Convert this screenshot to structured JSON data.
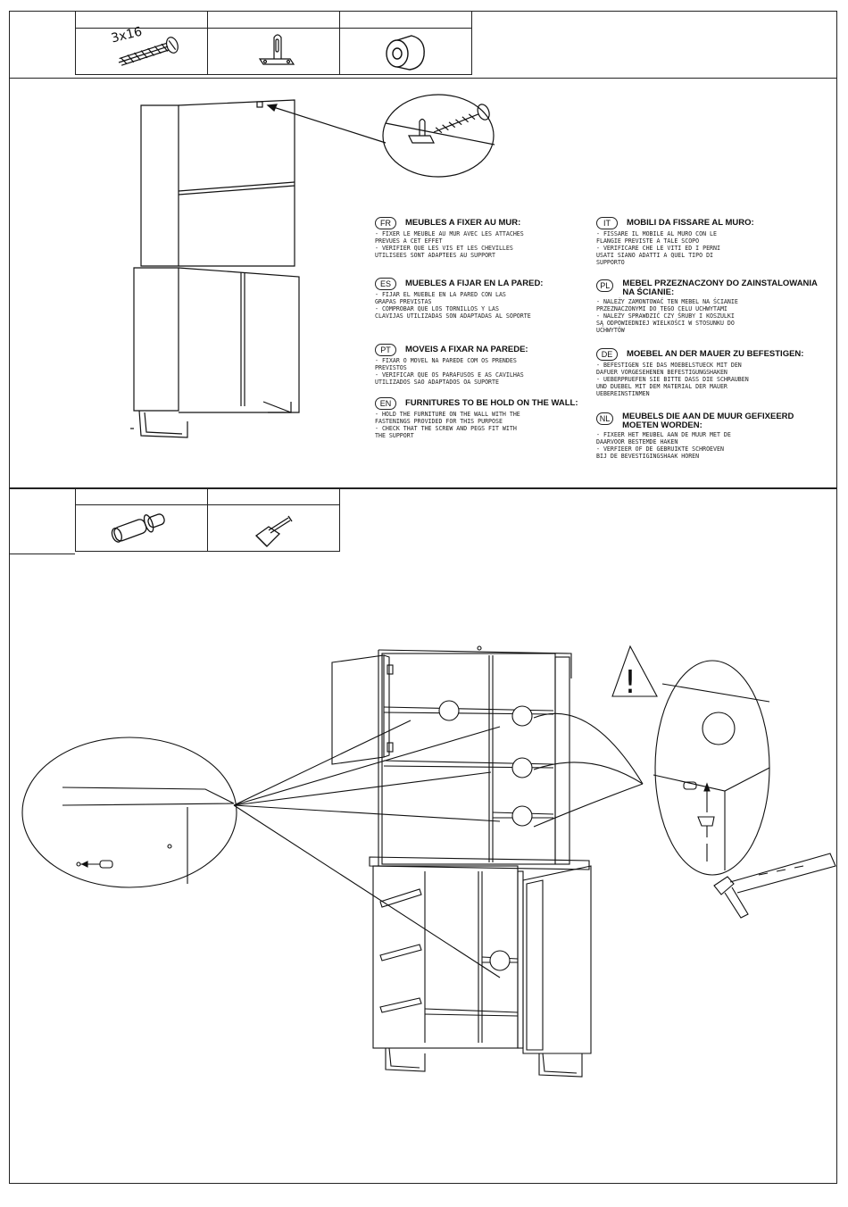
{
  "step1": {
    "parts": [
      {
        "name": "screw",
        "label": "3x16",
        "icon": "screw-icon"
      },
      {
        "name": "wall-bracket",
        "label": "",
        "icon": "bracket-icon"
      },
      {
        "name": "wall-plug",
        "label": "",
        "icon": "plug-icon"
      }
    ],
    "notes": [
      {
        "code": "FR",
        "title": "MEUBLES A FIXER AU MUR:",
        "body": "- FIXER LE MEUBLE AU MUR AVEC LES ATTACHES\nPREVUES A CET EFFET\n- VERIFIER QUE LES VIS ET LES CHEVILLES\nUTILISEES SONT ADAPTEES AU SUPPORT"
      },
      {
        "code": "ES",
        "title": "MUEBLES A FIJAR EN LA PARED:",
        "body": "- FIJAR EL MUEBLE EN LA PARED CON LAS\nGRAPAS PREVISTAS\n- COMPROBAR QUE LOS TORNILLOS Y LAS\nCLAVIJAS UTILIZADAS SON ADAPTADAS AL SOPORTE"
      },
      {
        "code": "PT",
        "title": "MOVEIS A FIXAR NA PAREDE:",
        "body": "- FIXAR O MOVEL NA PAREDE COM OS PRENDES\nPREVISTOS\n- VERIFICAR QUE OS PARAFUSOS E AS CAVILHAS\nUTILIZADOS SAO ADAPTADOS OA SUPORTE"
      },
      {
        "code": "EN",
        "title": "FURNITURES TO BE HOLD ON THE WALL:",
        "body": "- HOLD THE FURNITURE ON THE WALL WITH THE\nFASTENINGS PROVIDED FOR THIS PURPOSE\n- CHECK THAT THE SCREW AND PEGS FIT WITH\nTHE SUPPORT"
      },
      {
        "code": "IT",
        "title": "MOBILI DA FISSARE AL MURO:",
        "body": "- FISSARE IL MOBILE AL MURO CON LE\nFLANGIE PREVISTE A TALE SCOPO\n- VERIFICARE CHE LE VITI ED I PERNI\nUSATI SIANO ADATTI A QUEL TIPO DI\nSUPPORTO"
      },
      {
        "code": "PL",
        "title": "MEBEL PRZEZNACZONY DO ZAINSTALOWANIA NA ŚCIANIE:",
        "body": "- NALEŻY ZAMONTOWAĆ TEN MEBEL NA ŚCIANIE\nPRZEZNACZONYMI DO TEGO CELU UCHWYTAMI\n- NALEŻY SPRAWDZIĆ CZY ŚRUBY I KOSZULKI\nSĄ ODPOWIEDNIEJ WIELKOŚCI W STOSUNKU DO\nUCHWYTÓW"
      },
      {
        "code": "DE",
        "title": "MOEBEL AN DER MAUER ZU BEFESTIGEN:",
        "body": "- BEFESTIGEN SIE DAS MOEBELSTUECK MIT DEN\nDAFUER VORGESEHENEN BEFESTIGUNGSHAKEN\n- UEBERPRUEFEN SIE BITTE DASS DIE SCHRAUBEN\nUND DUEBEL MIT DEM MATERIAL DER MAUER\nUEBEREINSTINMEN"
      },
      {
        "code": "NL",
        "title": "MEUBELS DIE AAN DE MUUR GEFIXEERD MOETEN WORDEN:",
        "body": "- FIXEER HET MEUBEL AAN DE MUUR MET DE\nDAARVOOR BESTEMDE HAKEN\n- VERFIEER OF DE GEBRUIKTE SCHROEVEN\nBIJ DE BEVESTIGINGSHAAK HOREN"
      }
    ]
  },
  "step2": {
    "parts": [
      {
        "name": "shelf-pin",
        "label": "",
        "icon": "shelf-pin-icon"
      },
      {
        "name": "nail-cap",
        "label": "",
        "icon": "nail-cap-icon"
      }
    ],
    "warning_symbol": "!"
  }
}
